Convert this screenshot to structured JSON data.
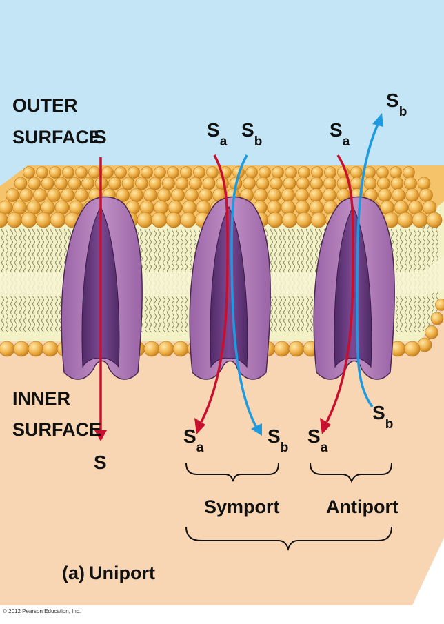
{
  "labels": {
    "outer": [
      "OUTER",
      "SURFACE"
    ],
    "inner": [
      "INNER",
      "SURFACE"
    ]
  },
  "substances": {
    "uniport": {
      "top": "S",
      "bottom": "S"
    },
    "symport": {
      "top_a": "S",
      "top_a_sub": "a",
      "top_b": "S",
      "top_b_sub": "b",
      "bottom_a": "S",
      "bottom_a_sub": "a",
      "bottom_b": "S",
      "bottom_b_sub": "b"
    },
    "antiport": {
      "top_a": "S",
      "top_a_sub": "a",
      "top_b": "S",
      "top_b_sub": "b",
      "bottom_a": "S",
      "bottom_a_sub": "a",
      "bottom_b": "S",
      "bottom_b_sub": "b"
    }
  },
  "group_labels": {
    "symport": "Symport",
    "antiport": "Antiport"
  },
  "caption": {
    "part": "(a)",
    "title": "Uniport"
  },
  "copyright": "© 2012 Pearson Education, Inc.",
  "colors": {
    "outer_bg": "#c3e5f6",
    "inner_bg": "#f8d6b4",
    "membrane_core": "#f3f1c6",
    "lipid_head": "#f0b44e",
    "protein": "#b07bb7",
    "channel": "#6e3e86",
    "arrow_red": "#c8102e",
    "arrow_blue": "#1e9be0"
  }
}
